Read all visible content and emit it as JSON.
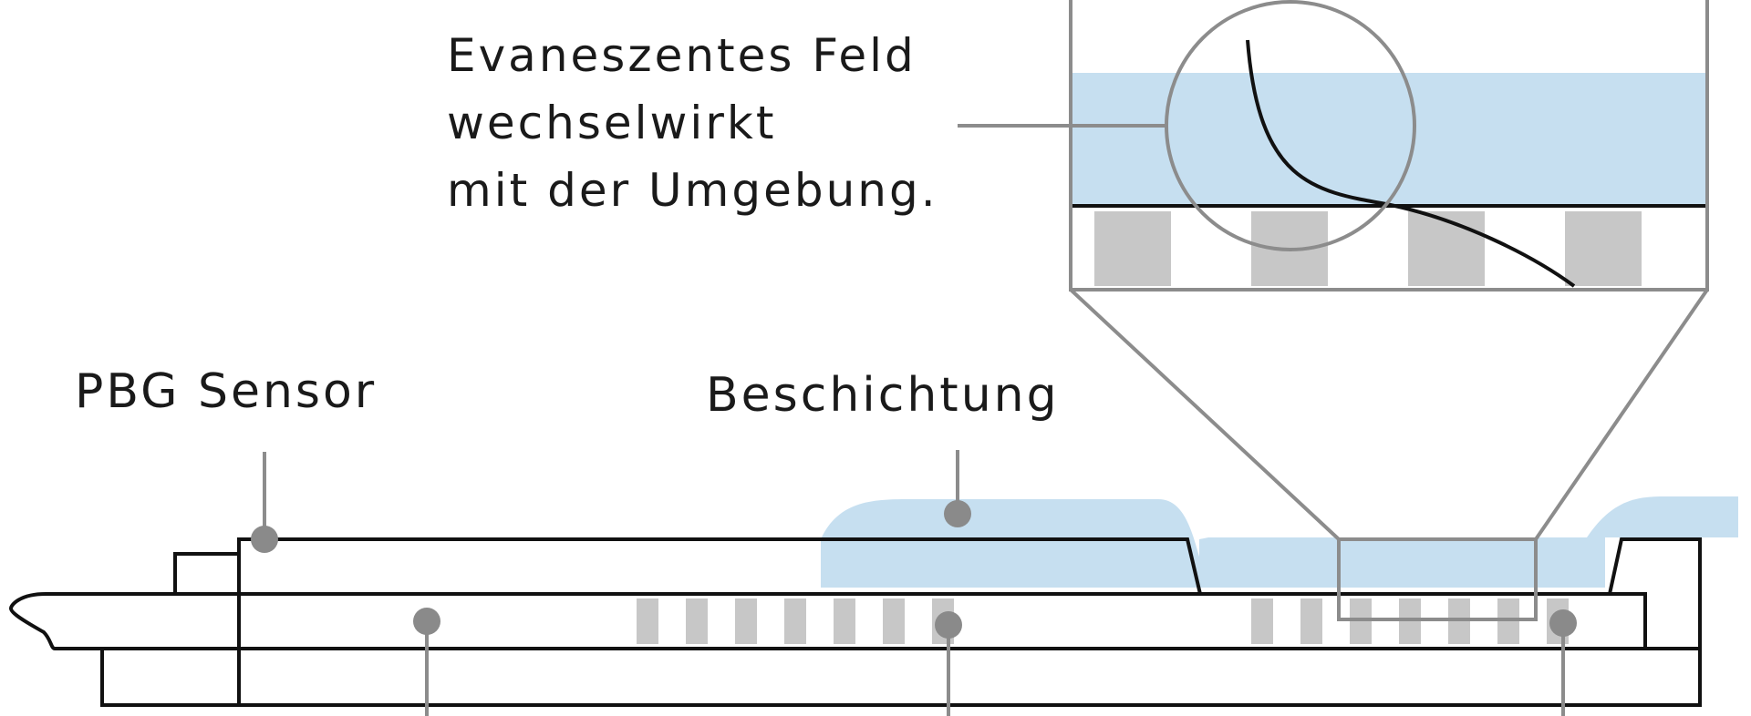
{
  "labels": {
    "evanescent_field": [
      "Evaneszentes Feld",
      "wechselwirkt",
      "mit der Umgebung."
    ],
    "sensor": "PBG Sensor",
    "coating": "Beschichtung"
  },
  "colors": {
    "outline": "#111111",
    "coating": "#c6dff0",
    "grating": "#c7c7c7",
    "leader": "#8c8c8c",
    "marker": "#8a8a8a",
    "background": "#ffffff"
  }
}
